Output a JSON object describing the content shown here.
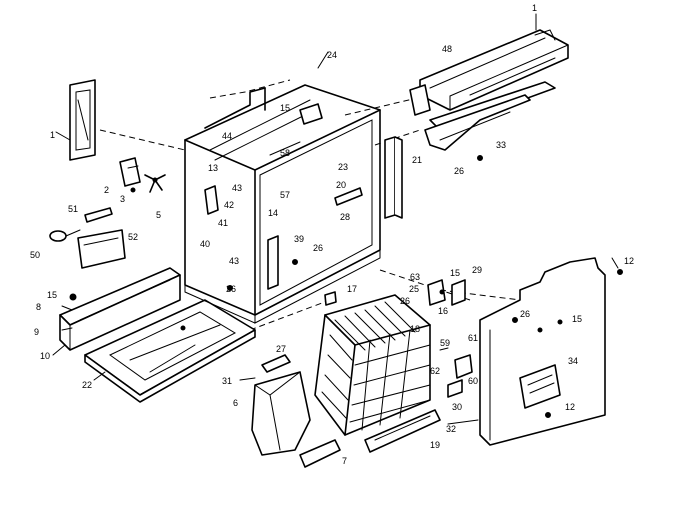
{
  "callouts": [
    "1",
    "2",
    "3",
    "5",
    "51",
    "50",
    "52",
    "15",
    "8",
    "9",
    "10",
    "22",
    "24",
    "15",
    "44",
    "58",
    "13",
    "43",
    "42",
    "41",
    "57",
    "14",
    "40",
    "43",
    "26",
    "39",
    "26",
    "48",
    "33",
    "23",
    "21",
    "20",
    "28",
    "26",
    "17",
    "18",
    "27",
    "31",
    "6",
    "7",
    "19",
    "63",
    "15",
    "29",
    "25",
    "26",
    "16",
    "59",
    "61",
    "62",
    "60",
    "30",
    "32",
    "26",
    "15",
    "12",
    "34",
    "12"
  ]
}
